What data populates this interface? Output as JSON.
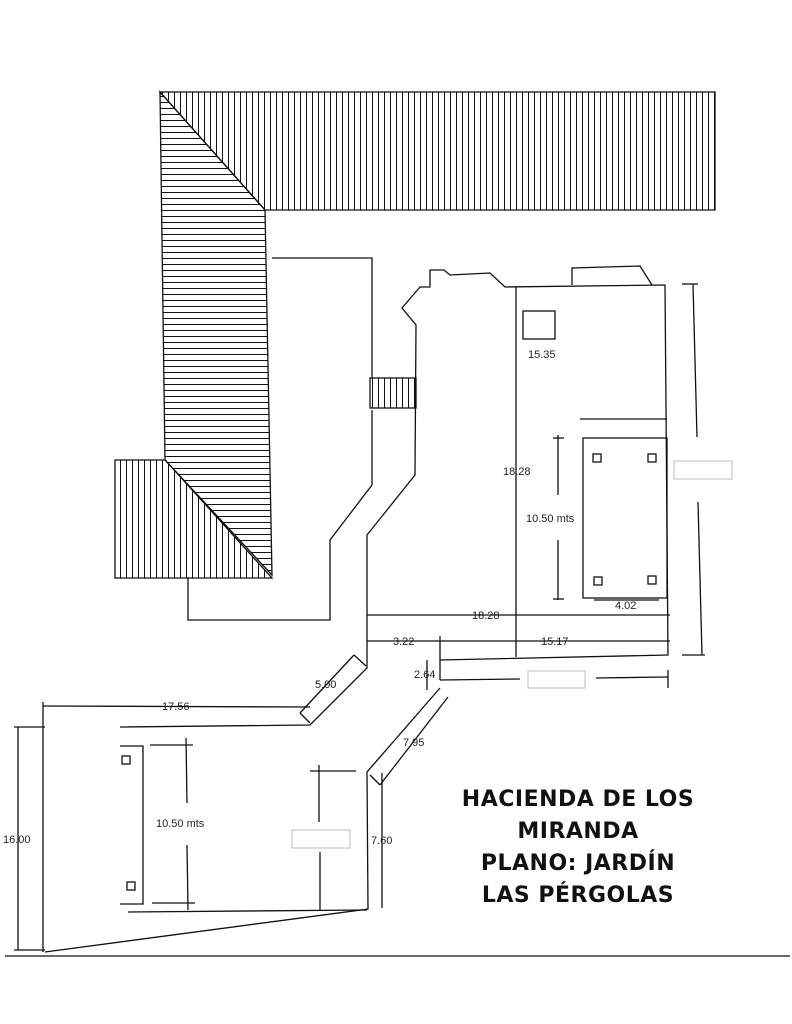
{
  "title": {
    "line1": "HACIENDA DE LOS MIRANDA",
    "line2": "PLANO: JARDÍN",
    "line3": "LAS PÉRGOLAS"
  },
  "dimensions": {
    "upper_width": "15.35",
    "upper_depth": "18.28",
    "upper_pergola_length": "10.50 mts",
    "upper_pergola_width": "4.02",
    "upper_total_width": "18.28",
    "offset_left": "3.22",
    "offset_right": "15.17",
    "step_height": "2.64",
    "diag_left": "5.00",
    "diag_right": "7.95",
    "lower_width": "17.56",
    "lower_depth": "16.00",
    "lower_pergola_length": "10.50 mts",
    "lower_right_depth": "7.60"
  },
  "colors": {
    "line": "#111111",
    "paper": "#ffffff"
  }
}
